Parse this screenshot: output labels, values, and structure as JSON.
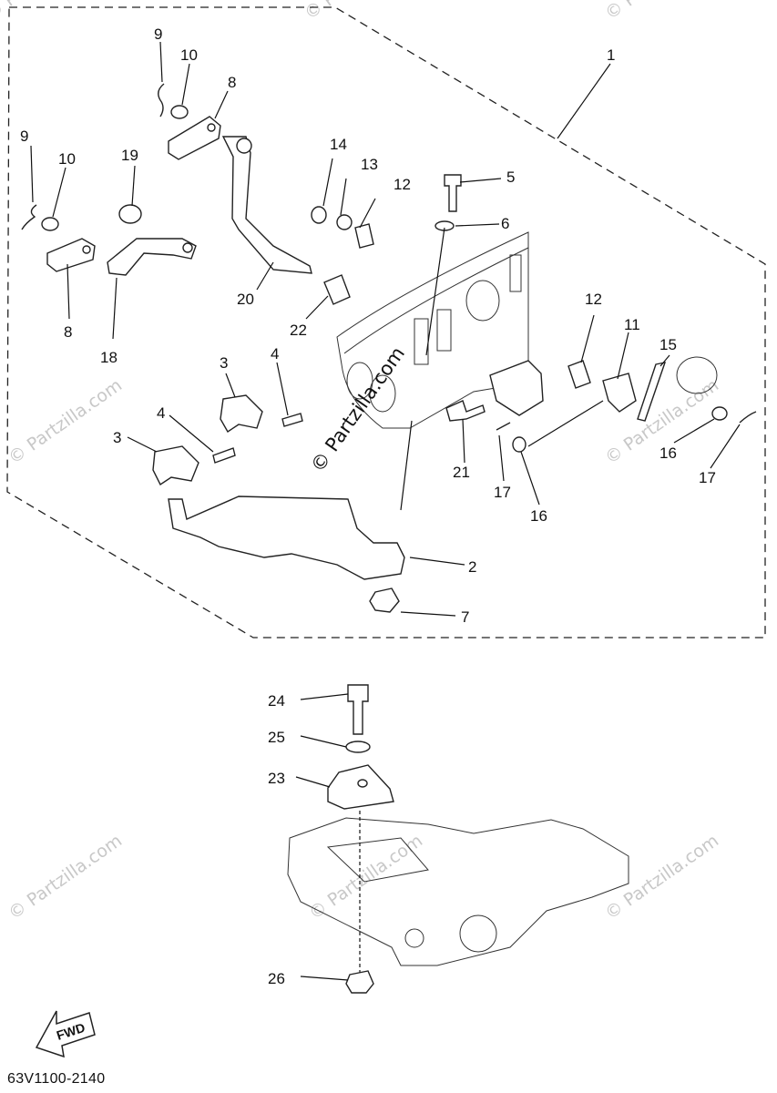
{
  "diagram": {
    "code": "63V1100-2140",
    "fwd_label": "FWD",
    "center_watermark": "© Partzilla.com",
    "watermark": "© Partzilla.com",
    "callouts": {
      "c1": "1",
      "c2": "2",
      "c3a": "3",
      "c3b": "3",
      "c4a": "4",
      "c4b": "4",
      "c5": "5",
      "c6": "6",
      "c7": "7",
      "c8a": "8",
      "c8b": "8",
      "c9a": "9",
      "c9b": "9",
      "c10a": "10",
      "c10b": "10",
      "c11": "11",
      "c12a": "12",
      "c12b": "12",
      "c13": "13",
      "c14": "14",
      "c15": "15",
      "c16a": "16",
      "c16b": "16",
      "c17a": "17",
      "c17b": "17",
      "c18": "18",
      "c19": "19",
      "c20": "20",
      "c21": "21",
      "c22": "22",
      "c23": "23",
      "c24": "24",
      "c25": "25",
      "c26": "26"
    }
  }
}
